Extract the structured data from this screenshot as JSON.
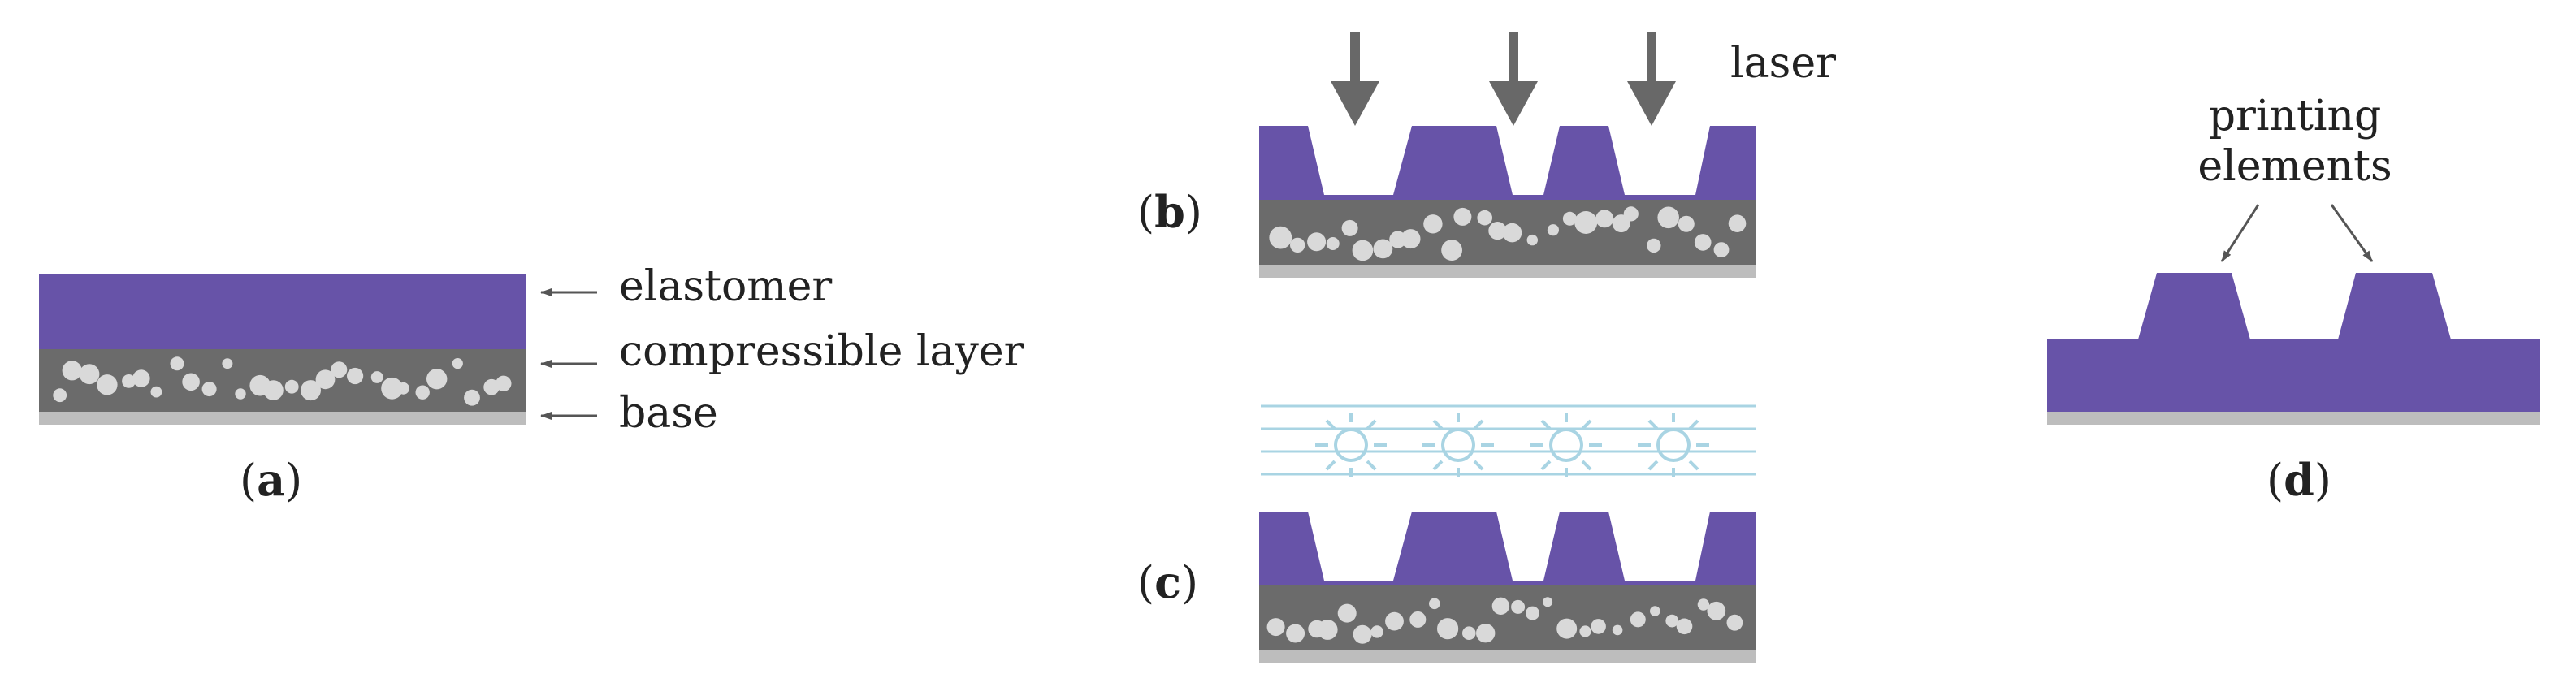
{
  "colors": {
    "elastomer": "#6753A8",
    "compressible": "#6B6B6B",
    "base": "#BDBDBD",
    "particle": "#D9D9D9",
    "arrow": "#686868",
    "uv": "#A9D4E3",
    "line": "#555555",
    "text": "#222222"
  },
  "panel_a": {
    "label_open": "(",
    "label_letter": "a",
    "label_close": ")",
    "elastomer_label": "elastomer",
    "compressible_label": "compressible layer",
    "base_label": "base"
  },
  "panel_b": {
    "label_open": "(",
    "label_letter": "b",
    "label_close": ")",
    "laser_label": "laser",
    "arrow_icon": "down-arrow-icon"
  },
  "panel_c": {
    "label_open": "(",
    "label_letter": "c",
    "label_close": ")",
    "uv_icon": "sun-icon"
  },
  "panel_d": {
    "label_open": "(",
    "label_letter": "d",
    "label_close": ")",
    "printing_label_line1": "printing",
    "printing_label_line2": "elements"
  }
}
